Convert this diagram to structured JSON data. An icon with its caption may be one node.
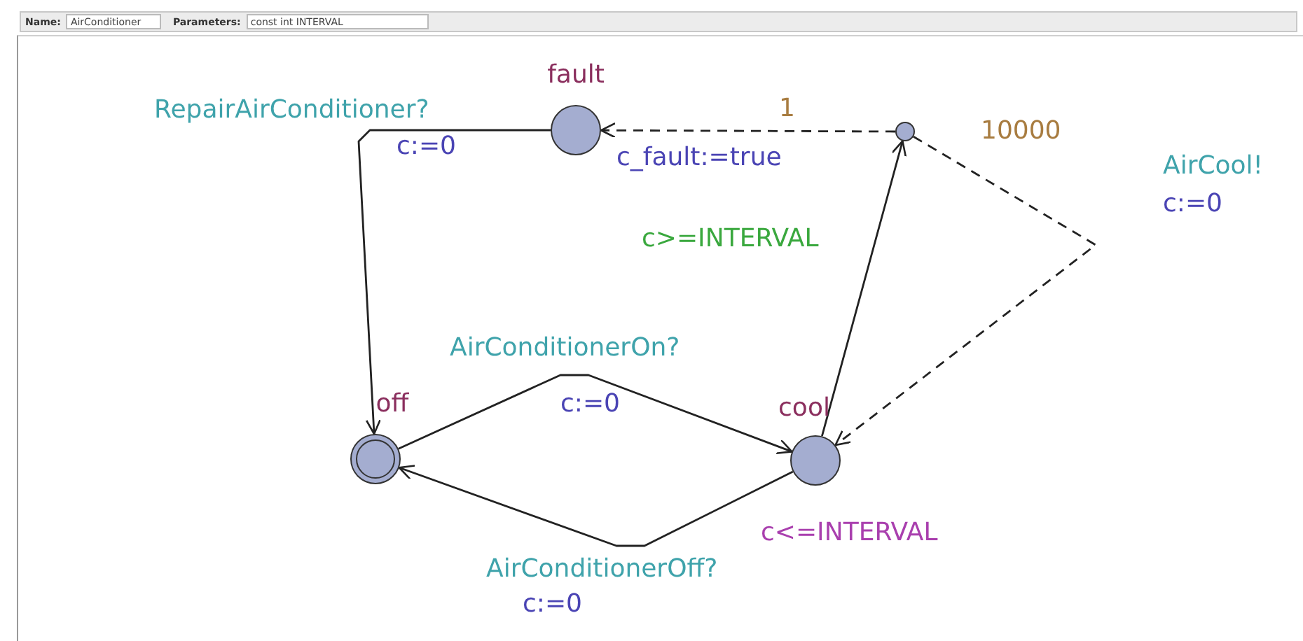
{
  "diagram": {
    "nodes": [
      {
        "text": [
          "fault"
        ]
      },
      {
        "text": [],
        "shape": "circle"
      },
      {
        "text": [
          "off"
        ]
      },
      {
        "text": [
          "cool"
        ],
        "beside": [
          "c<=INTERVAL"
        ]
      }
    ],
    "edges": [
      {
        "from": 0,
        "to": 2,
        "arrow": "to",
        "label": "RepairAirConditioner?"
      },
      {
        "from": 2,
        "to": 3,
        "arrow": "to",
        "label": "AirConditionerOn?"
      },
      {
        "from": 3,
        "to": 2,
        "arrow": "to",
        "label": "AirConditionerOff?"
      },
      {
        "from": 3,
        "to": 1,
        "arrow": "to",
        "label": "c>=INTERVAL"
      },
      {
        "from": 1,
        "to": 0,
        "arrow": "to",
        "label": "1",
        "style": "dashed"
      },
      {
        "from": 1,
        "to": 3,
        "arrow": "to",
        "label": "10000",
        "style": "dashed"
      }
    ],
    "labels": [
      "Name:",
      "AirConditioner",
      "Parameters:",
      "const int INTERVAL",
      "c:=0",
      "c_fault:=true",
      "AirCool!",
      "c:=0",
      "c:=0",
      "c:=0"
    ]
  }
}
